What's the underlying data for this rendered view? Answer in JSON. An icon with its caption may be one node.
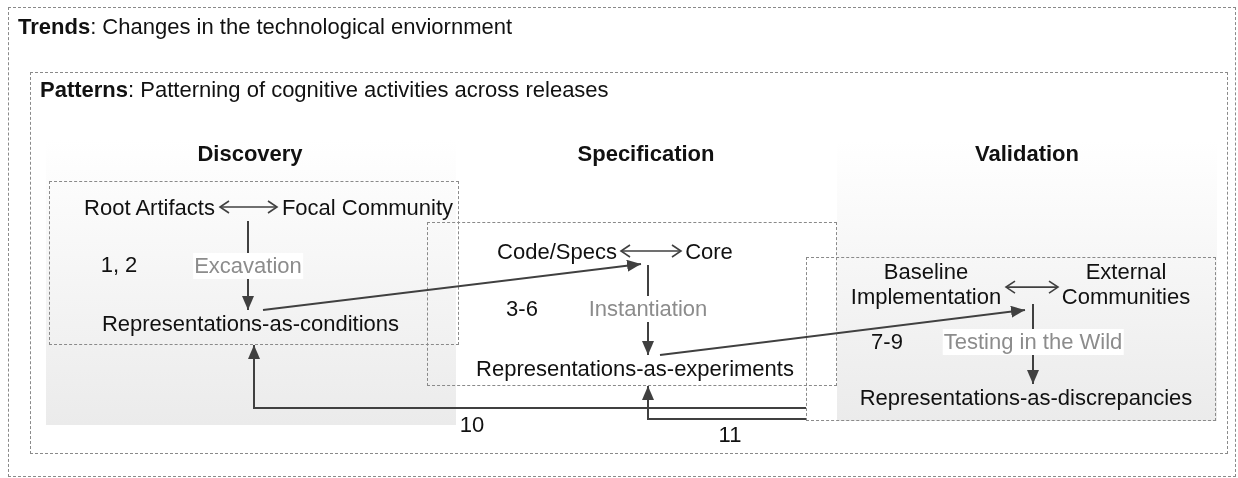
{
  "diagram": {
    "nodes": [
      {
        "text": [
          "**Trends**: Changes in the technological enviornment"
        ]
      },
      {
        "text": [
          "**Patterns**: Patterning of cognitive activities across releases"
        ],
        "in": 0
      },
      {
        "text": [],
        "shape": "box",
        "in": 1
      },
      {
        "text": [
          "Root Artifacts"
        ],
        "in": 2
      },
      {
        "text": [
          "Focal Community"
        ],
        "in": 2
      },
      {
        "text": [
          "Representations-as-conditions"
        ],
        "in": 2
      },
      {
        "text": [],
        "shape": "box",
        "in": 1
      },
      {
        "text": [
          "Code/Specs"
        ],
        "in": 6
      },
      {
        "text": [
          "Core"
        ],
        "in": 6
      },
      {
        "text": [
          "Representations-as-experiments"
        ],
        "in": 6
      },
      {
        "text": [],
        "shape": "box",
        "in": 1
      },
      {
        "text": [
          "Baseline Implementation"
        ],
        "in": 10
      },
      {
        "text": [
          "External Communities"
        ],
        "in": 10
      },
      {
        "text": [
          "Representations-as-discrepancies"
        ],
        "in": 10
      }
    ],
    "edges": [
      {
        "from": 3,
        "to": 4,
        "arrow": "both"
      },
      {
        "from": null,
        "to": 5,
        "arrow": "to",
        "label": "Excavation"
      },
      {
        "from": 5,
        "to": 7,
        "arrow": "to"
      },
      {
        "from": 7,
        "to": 8,
        "arrow": "both"
      },
      {
        "from": null,
        "to": 9,
        "arrow": "to",
        "label": "Instantiation"
      },
      {
        "from": 9,
        "to": 11,
        "arrow": "to"
      },
      {
        "from": 11,
        "to": 12,
        "arrow": "both"
      },
      {
        "from": null,
        "to": 13,
        "arrow": "to",
        "label": "Testing in the Wild"
      },
      {
        "from": 10,
        "to": 2,
        "arrow": "to",
        "label": "10"
      },
      {
        "from": 10,
        "to": 6,
        "arrow": "to",
        "label": "11"
      }
    ],
    "labels": [
      "Discovery",
      "Specification",
      "Validation",
      "1, 2",
      "3-6",
      "7-9"
    ]
  }
}
